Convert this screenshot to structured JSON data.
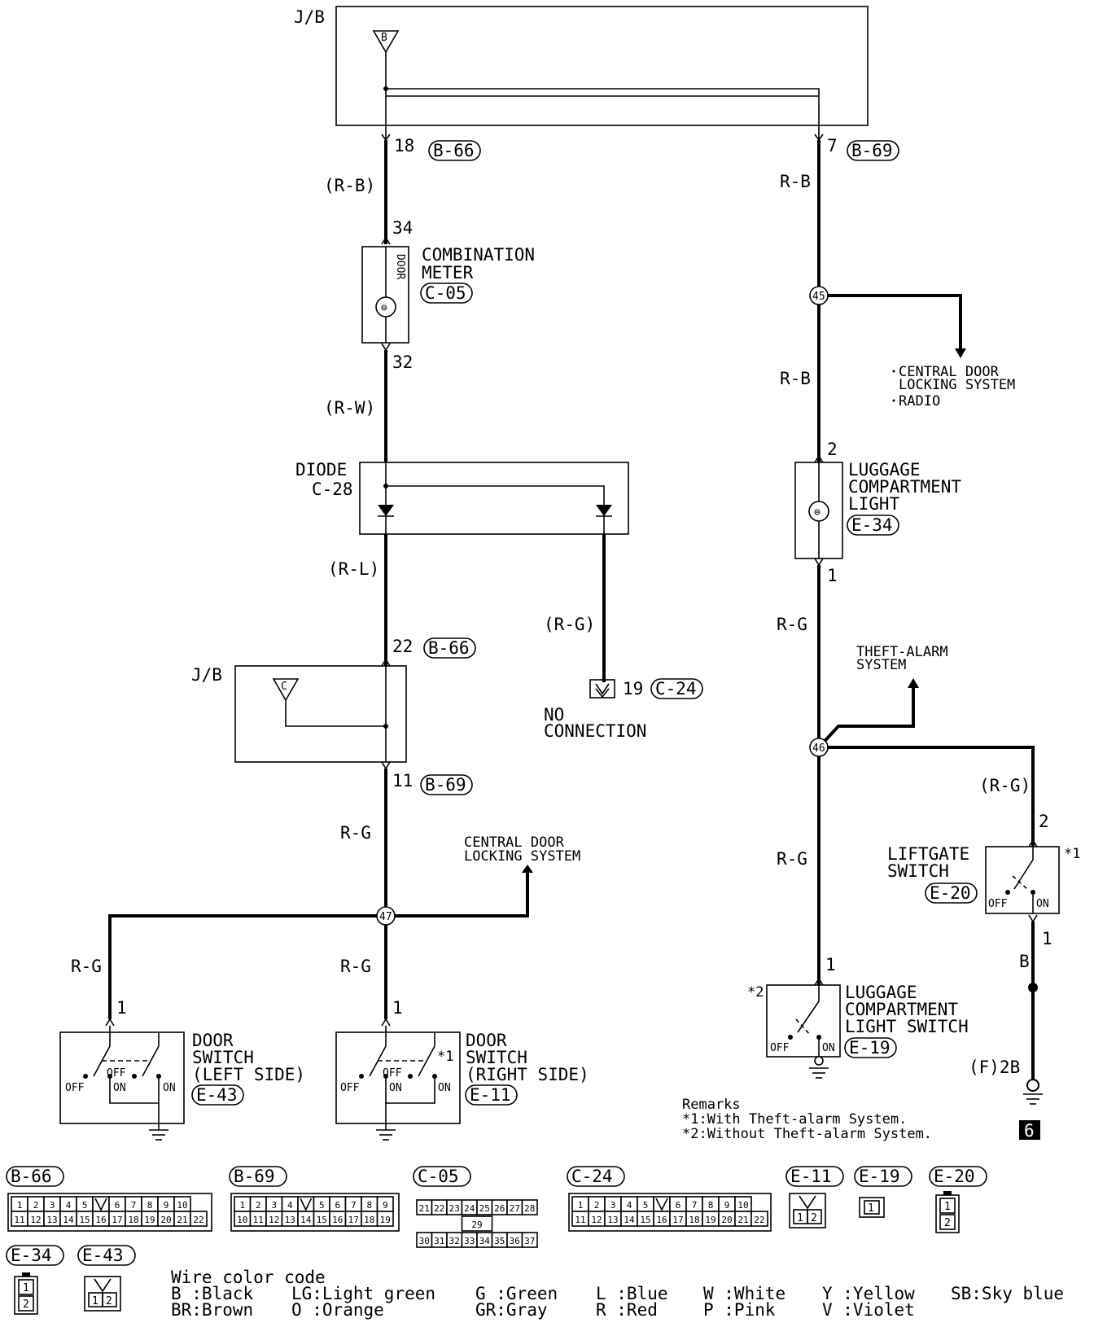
{
  "labels": {
    "jb_top": "J/B",
    "jb_mid": "J/B",
    "fuse_b": "B",
    "fuse_c": "C",
    "pin18": "18",
    "pin7": "7",
    "wire_rb_left": "(R-B)",
    "wire_rb_right1": "R-B",
    "wire_rb_right2": "R-B",
    "pin34": "34",
    "pin32": "32",
    "door": "DOOR",
    "comb_meter_1": "COMBINATION",
    "comb_meter_2": "METER",
    "wire_rw": "(R-W)",
    "diode_1": "DIODE",
    "diode_2": "C-28",
    "wire_rl": "(R-L)",
    "wire_rg_diode": "(R-G)",
    "pin19": "19",
    "no_conn_1": "NO",
    "no_conn_2": "CONNECTION",
    "pin22": "22",
    "pin11": "11",
    "wire_rg_left_trunk": "R-G",
    "cdl_left_1": "CENTRAL DOOR",
    "cdl_left_2": "LOCKING SYSTEM",
    "splice47": "47",
    "wire_rg_left_sw": "R-G",
    "wire_rg_right_sw": "R-G",
    "pin1_left": "1",
    "pin1_right": "1",
    "ds_left_1": "DOOR",
    "ds_left_2": "SWITCH",
    "ds_left_3": "(LEFT SIDE)",
    "ds_right_1": "DOOR",
    "ds_right_2": "SWITCH",
    "ds_right_3": "(RIGHT SIDE)",
    "star1_ds": "*1",
    "off": "OFF",
    "on": "ON",
    "splice45": "45",
    "cdl_right_1": "CENTRAL DOOR",
    "cdl_right_2": "LOCKING SYSTEM",
    "radio": "RADIO",
    "pin2_lug": "2",
    "lug_light_1": "LUGGAGE",
    "lug_light_2": "COMPARTMENT",
    "lug_light_3": "LIGHT",
    "pin1_lug": "1",
    "wire_rg_lug": "R-G",
    "theft_1": "THEFT-ALARM",
    "theft_2": "SYSTEM",
    "splice46": "46",
    "wire_rg_liftgate": "(R-G)",
    "pin2_lift": "2",
    "liftgate_1": "LIFTGATE",
    "liftgate_2": "SWITCH",
    "star1_lift": "*1",
    "pin1_lift": "1",
    "wire_b": "B",
    "wire_rg_lugsw": "R-G",
    "pin1_lugsw": "1",
    "star2": "*2",
    "lugsw_1": "LUGGAGE",
    "lugsw_2": "COMPARTMENT",
    "lugsw_3": "LIGHT SWITCH",
    "ground_f2b": "(F)2B",
    "remarks_title": "Remarks",
    "remarks_1": "*1:With Theft-alarm System.",
    "remarks_2": "*2:Without Theft-alarm System.",
    "page_badge": "6"
  },
  "connector_refs": {
    "b66_top": "B-66",
    "b69_top": "B-69",
    "c05": "C-05",
    "b66_mid": "B-66",
    "c24": "C-24",
    "b69_mid": "B-69",
    "e43": "E-43",
    "e11": "E-11",
    "e34": "E-34",
    "e20": "E-20",
    "e19": "E-19"
  },
  "connector_views": {
    "b66": {
      "title": "B-66",
      "row1": [
        "1",
        "2",
        "3",
        "4",
        "5",
        "",
        "6",
        "7",
        "8",
        "9",
        "10"
      ],
      "row2": [
        "11",
        "12",
        "13",
        "14",
        "15",
        "16",
        "17",
        "18",
        "19",
        "20",
        "21",
        "22"
      ]
    },
    "b69": {
      "title": "B-69",
      "row1": [
        "1",
        "2",
        "3",
        "4",
        "",
        "5",
        "6",
        "7",
        "8",
        "9"
      ],
      "row2": [
        "10",
        "11",
        "12",
        "13",
        "14",
        "15",
        "16",
        "17",
        "18",
        "19"
      ]
    },
    "c05": {
      "title": "C-05",
      "row1": [
        "21",
        "22",
        "23",
        "24",
        "25",
        "26",
        "27",
        "28"
      ],
      "mid": "29",
      "row2": [
        "30",
        "31",
        "32",
        "33",
        "34",
        "35",
        "36",
        "37"
      ]
    },
    "c24": {
      "title": "C-24",
      "row1": [
        "1",
        "2",
        "3",
        "4",
        "5",
        "",
        "6",
        "7",
        "8",
        "9",
        "10"
      ],
      "row2": [
        "11",
        "12",
        "13",
        "14",
        "15",
        "16",
        "17",
        "18",
        "19",
        "20",
        "21",
        "22"
      ]
    },
    "e11": {
      "title": "E-11",
      "pins": [
        "1",
        "2"
      ]
    },
    "e19": {
      "title": "E-19",
      "pins": [
        "1"
      ]
    },
    "e20": {
      "title": "E-20",
      "pins": [
        "1",
        "2"
      ]
    },
    "e34": {
      "title": "E-34",
      "pins": [
        "1",
        "2"
      ]
    },
    "e43": {
      "title": "E-43",
      "pins": [
        "1",
        "2"
      ]
    }
  },
  "color_code": {
    "title": "Wire color code",
    "entries": [
      "B :Black",
      "BR:Brown",
      "LG:Light green",
      "O :Orange",
      "G :Green",
      "GR:Gray",
      "L :Blue",
      "R :Red",
      "W :White",
      "P :Pink",
      "Y :Yellow",
      "V :Violet",
      "SB:Sky blue"
    ]
  }
}
